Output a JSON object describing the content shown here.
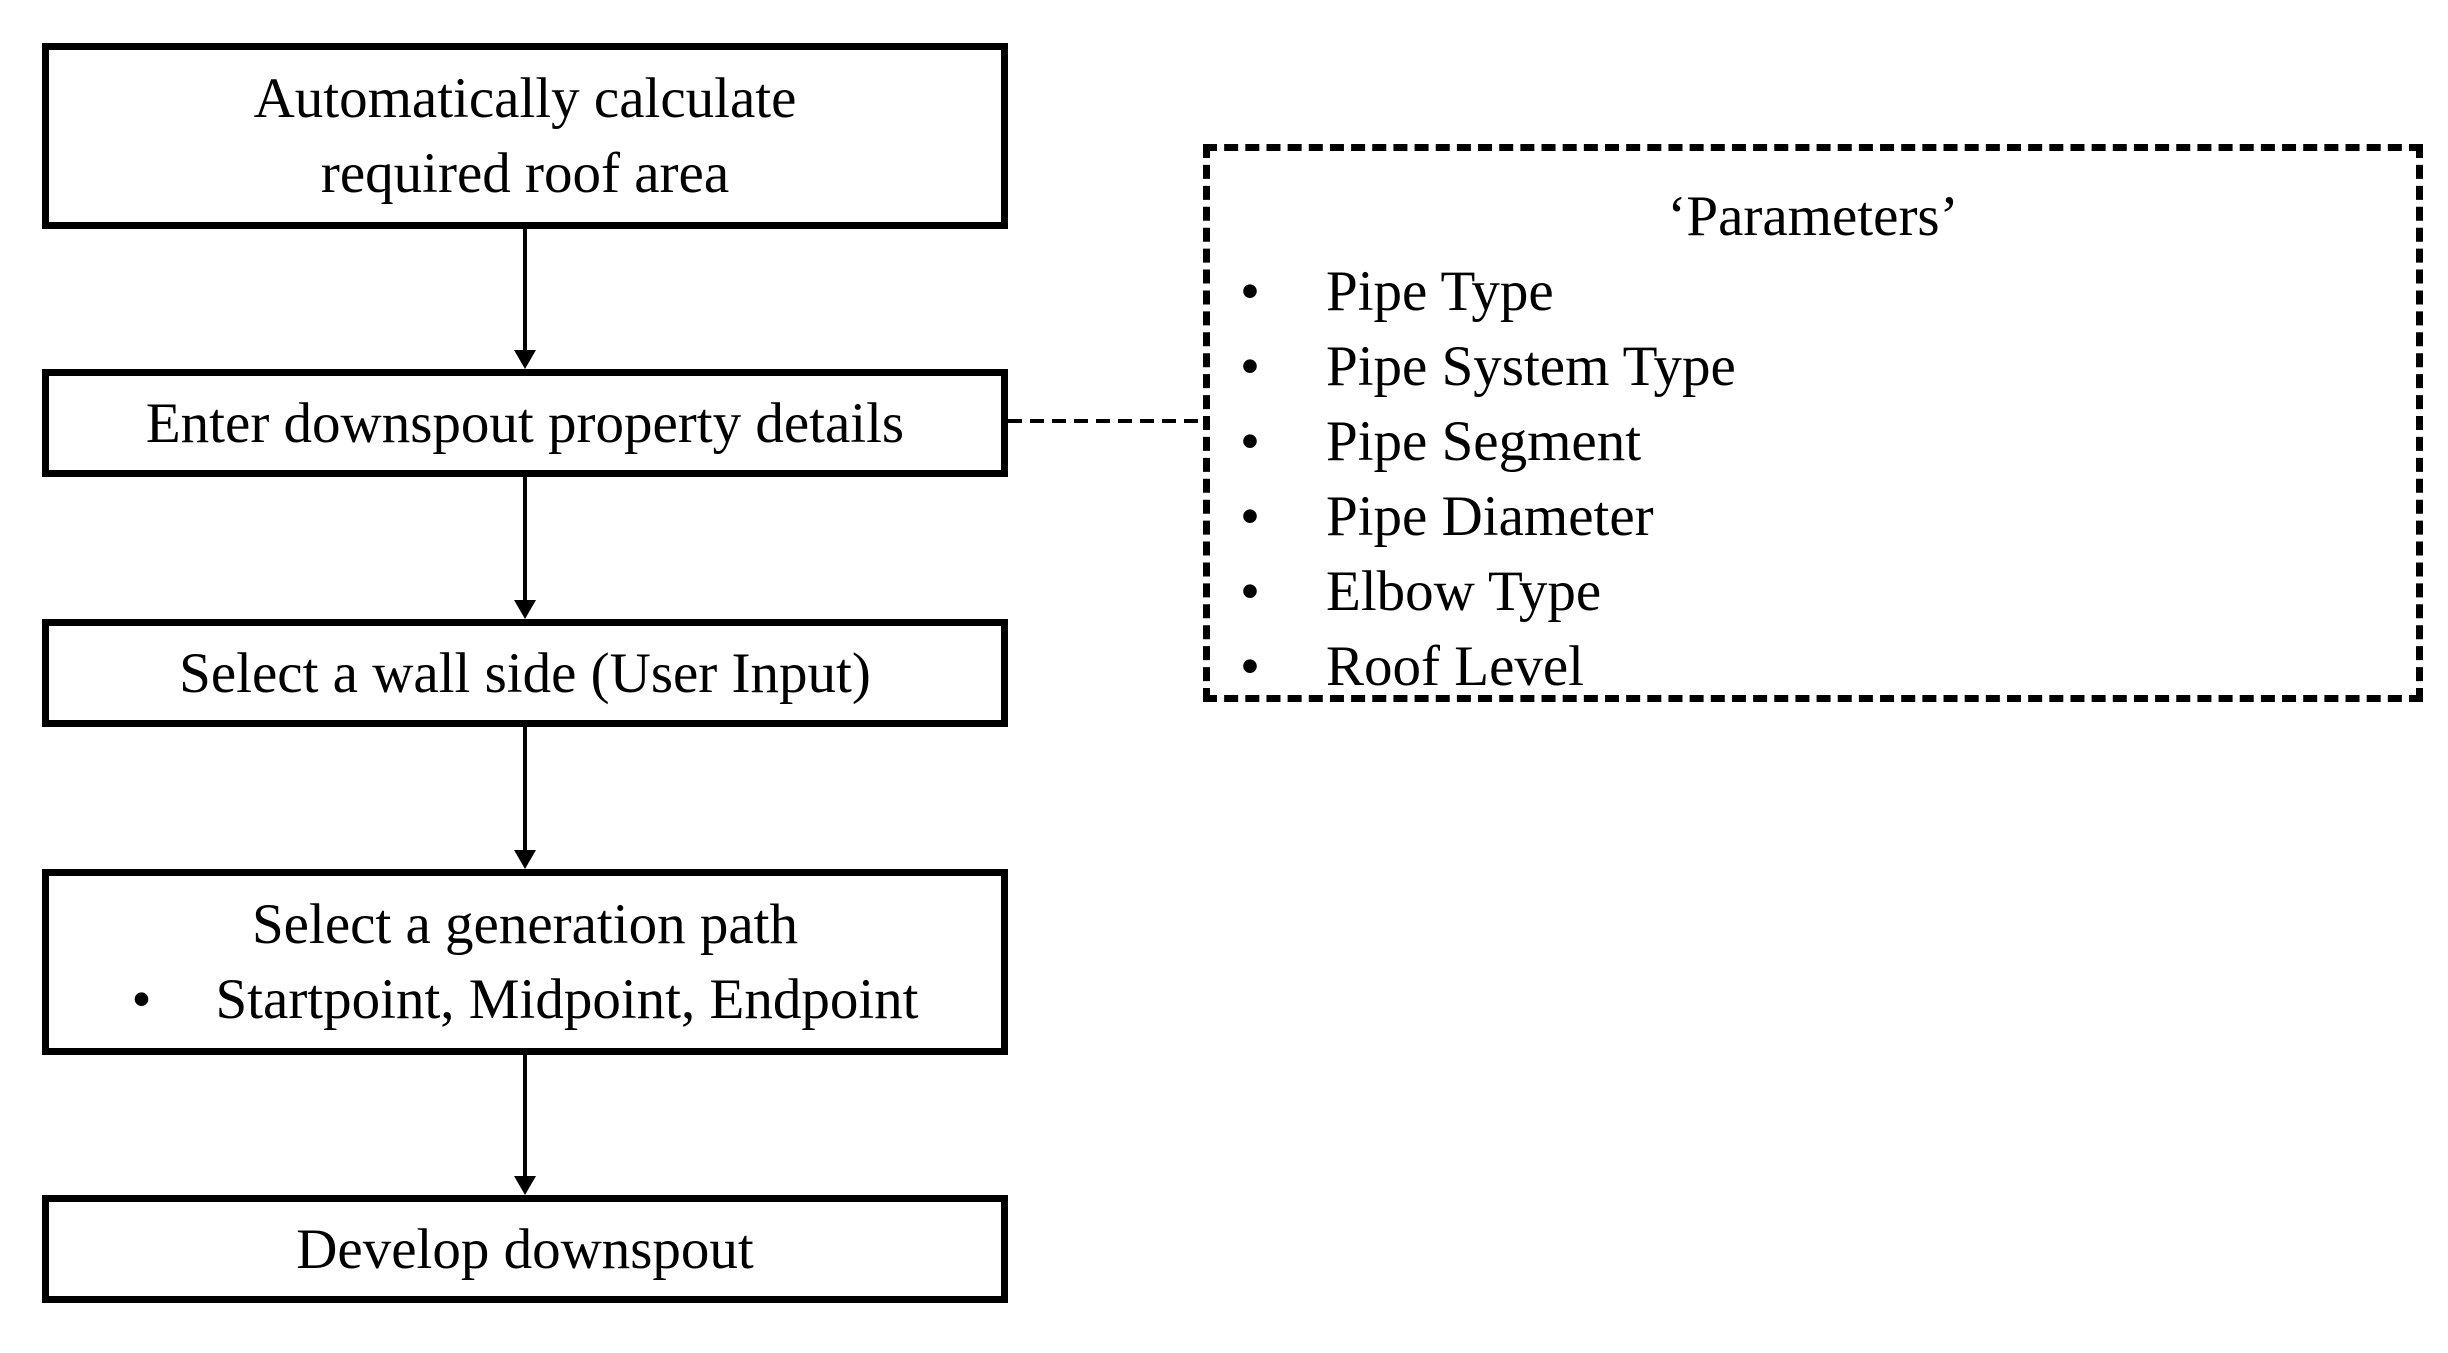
{
  "flow": {
    "step1": {
      "line1": "Automatically calculate",
      "line2": "required roof area"
    },
    "step2": {
      "label": "Enter downspout property details"
    },
    "step3": {
      "label": "Select a wall side (User Input)"
    },
    "step4": {
      "line1": "Select a generation path",
      "bullet": "•",
      "line2": "Startpoint, Midpoint, Endpoint"
    },
    "step5": {
      "label": "Develop downspout"
    }
  },
  "parameters": {
    "title": "‘Parameters’",
    "bullet": "•",
    "items": [
      "Pipe Type",
      "Pipe System Type",
      "Pipe Segment",
      "Pipe Diameter",
      "Elbow Type",
      "Roof Level"
    ]
  },
  "colors": {
    "stroke": "#000000",
    "background": "#ffffff"
  }
}
